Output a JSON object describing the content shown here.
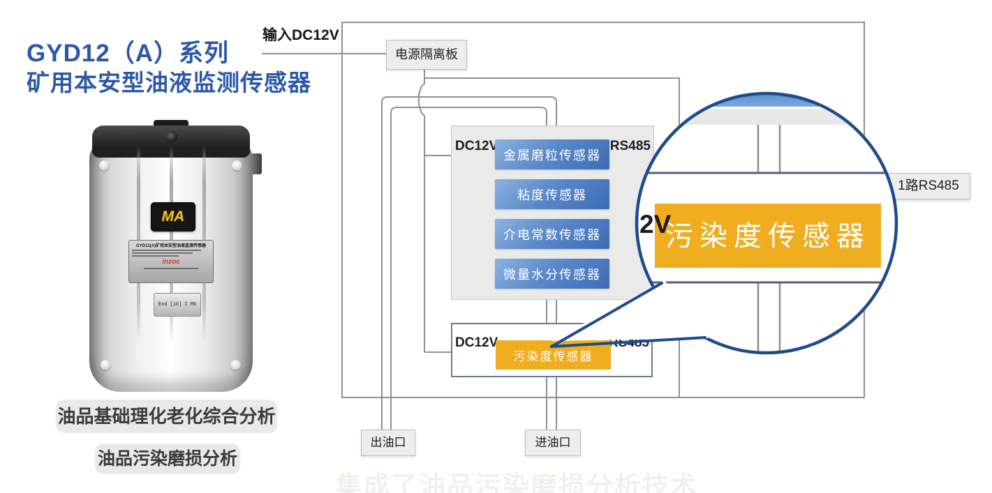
{
  "header": {
    "title_line1": "GYD12（A）系列",
    "title_line2": "矿用本安型油液监测传感器"
  },
  "product": {
    "ma_logo": "MA",
    "label_title": "GYD12(A)矿用本安型油液监测传感器",
    "brand": "inzoc",
    "cert_marking": "Exd [ib] I Mb"
  },
  "features": [
    "油品基础理化老化综合分析",
    "油品污染磨损分析"
  ],
  "diagram": {
    "input_label": "输入DC12V",
    "power_isolation_board": "电源隔离板",
    "sensor_group": {
      "power_label": "DC12V",
      "bus_label": "RS485",
      "sensors": [
        "金属磨粒传感器",
        "粘度传感器",
        "介电常数传感器",
        "微量水分传感器"
      ]
    },
    "contamination_unit": {
      "power_label": "DC12V",
      "bus_label": "RS485",
      "sensor": "污染度传感器"
    },
    "output_label": "1路RS485",
    "oil_outlet": "出油口",
    "oil_inlet": "进油口",
    "magnifier": {
      "sensor": "污染度传感器",
      "power_clip": "2V"
    },
    "footer_watermark": "集成了油品污染磨损分析技术"
  },
  "colors": {
    "title_blue": "#2b58a8",
    "sensor_blue": "#3c6cb6",
    "contamination_yellow": "#f0ad1f",
    "magnifier_navy": "#1d4b8e",
    "wire_gray": "#909090"
  }
}
